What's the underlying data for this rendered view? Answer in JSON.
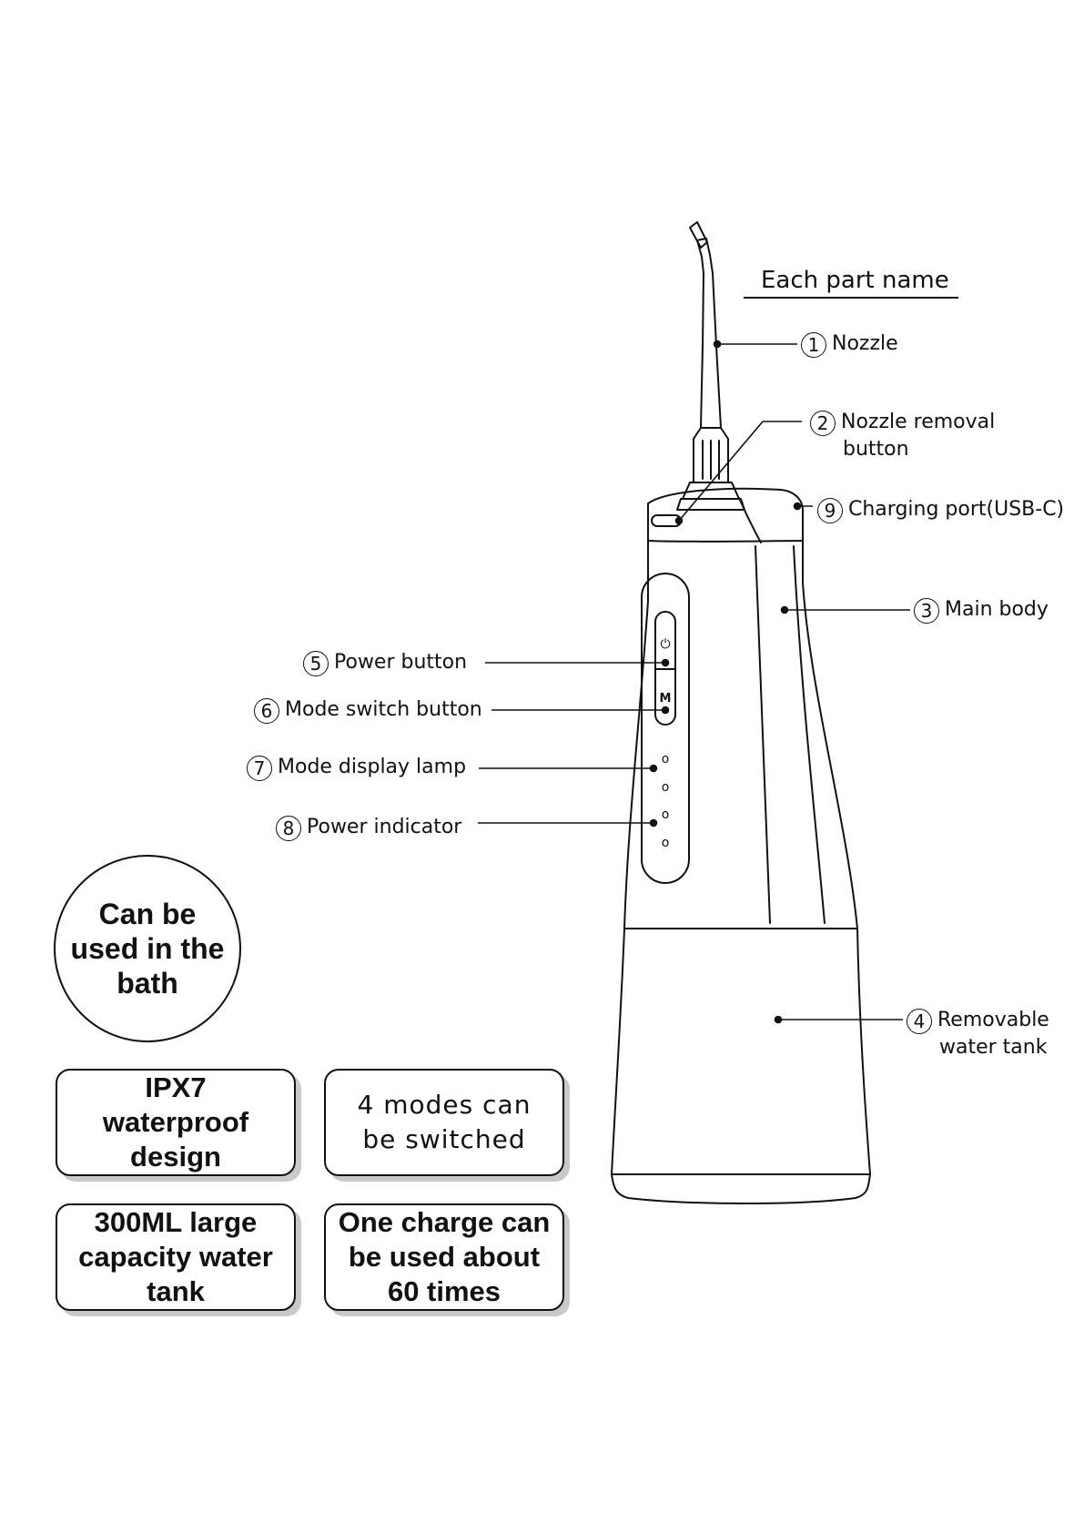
{
  "title": "Each part name",
  "parts": [
    {
      "num": "1",
      "line1": "Nozzle",
      "line2": ""
    },
    {
      "num": "2",
      "line1": "Nozzle removal",
      "line2": "button"
    },
    {
      "num": "9",
      "line1": "Charging port(USB-C)",
      "line2": ""
    },
    {
      "num": "3",
      "line1": "Main body",
      "line2": ""
    },
    {
      "num": "5",
      "line1": "Power button",
      "line2": ""
    },
    {
      "num": "6",
      "line1": "Mode switch button",
      "line2": ""
    },
    {
      "num": "7",
      "line1": "Mode display lamp",
      "line2": ""
    },
    {
      "num": "8",
      "line1": "Power indicator",
      "line2": ""
    },
    {
      "num": "4",
      "line1": "Removable",
      "line2": "water tank"
    }
  ],
  "device": {
    "power_symbol": "⏻",
    "mode_symbol": "M",
    "lamp_glyph": "o"
  },
  "features": {
    "circle": "Can be used in the bath",
    "box1": "IPX7 waterproof design",
    "box2": "4 modes can be switched",
    "box3": "300ML large capacity water tank",
    "box4": "One charge can be used about 60 times"
  }
}
